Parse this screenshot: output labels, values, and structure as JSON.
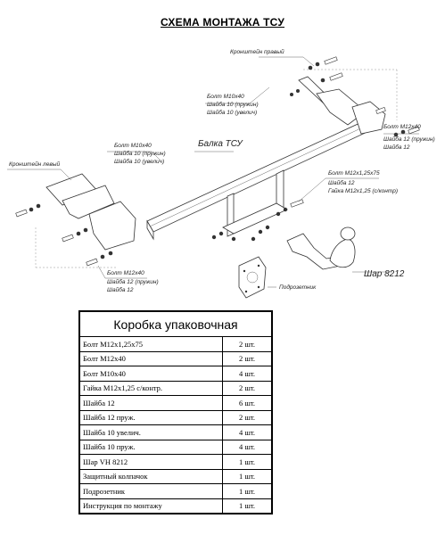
{
  "title": "СХЕМА МОНТАЖА ТСУ",
  "diagram": {
    "labels": {
      "bracket_right": "Кронштейн правый",
      "bolt_m10_top": [
        "Болт М10х40",
        "Шайба 10 (пружин)",
        "Шайба 10 (увелич)"
      ],
      "bolt_m12_right": [
        "Болт М12х40",
        "Шайба 12 (пружин)",
        "Шайба 12"
      ],
      "beam": "Балка ТСУ",
      "bolt_m10_left": [
        "Болт М10х40",
        "Шайба 10 (пружин)",
        "Шайба 10 (увелич)"
      ],
      "bracket_left": "Кронштейн левый",
      "bolt_m12x125": [
        "Болт М12х1,25х75",
        "Шайба 12",
        "Гайка М12х1,25 (с/контр)"
      ],
      "bolt_m12_left": [
        "Болт М12х40",
        "Шайба 12 (пружин)",
        "Шайба 12"
      ],
      "socket_plate": "Подрозетник",
      "ball": "Шар 8212"
    }
  },
  "table": {
    "title": "Коробка упаковочная",
    "rows": [
      {
        "item": "Болт М12х1,25х75",
        "qty": "2 шт."
      },
      {
        "item": "Болт М12х40",
        "qty": "2 шт."
      },
      {
        "item": "Болт М10х40",
        "qty": "4 шт."
      },
      {
        "item": "Гайка М12х1,25 с/контр.",
        "qty": "2 шт."
      },
      {
        "item": "Шайба 12",
        "qty": "6 шт."
      },
      {
        "item": "Шайба 12 пруж.",
        "qty": "2 шт."
      },
      {
        "item": "Шайба 10 увелич.",
        "qty": "4 шт."
      },
      {
        "item": "Шайба 10 пруж.",
        "qty": "4 шт."
      },
      {
        "item": "Шар  VH 8212",
        "qty": "1 шт."
      },
      {
        "item": "Защитный колпачок",
        "qty": "1 шт."
      },
      {
        "item": "Подрозетник",
        "qty": "1 шт."
      },
      {
        "item": "Инструкция по монтажу",
        "qty": "1 шт."
      }
    ]
  }
}
